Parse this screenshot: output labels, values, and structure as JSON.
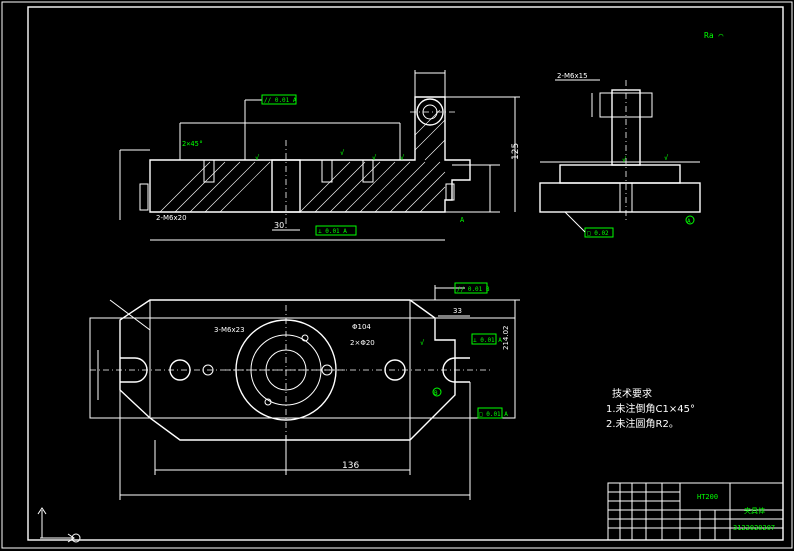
{
  "corner_marks": "Ra  ⌒",
  "front_view": {
    "chamfer_label": "2×45°",
    "thread_label": "2-M6x20",
    "dim_125": "125",
    "dim_30": "30",
    "tol_flatness_top": "// 0.01 A",
    "tol_bottom": "⊥ 0.01 A",
    "datum_a": "A"
  },
  "side_view": {
    "thread_label": "2-M6x15",
    "tol_bottom": "□ 0.02",
    "datum_a": "A"
  },
  "plan_view": {
    "parallel_tol": "// 0.01 B",
    "thread_label": "3-M6x23",
    "dia_label": "Φ104",
    "chamfer_label": "2×Φ20",
    "dim_33": "33",
    "dim_136": "136",
    "dim_right_top": "214.02",
    "tol_sym_1": "⊥ 0.01 A",
    "tol_sym_2": "□ 0.01 A",
    "datum_b": "B"
  },
  "tech_req": {
    "title": "技术要求",
    "line1": "1.未注倒角C1×45°",
    "line2": "2.未注圆角R2。"
  },
  "title_block": {
    "material": "HT200",
    "part_name": "夹具体",
    "drawing_no": "3122020207"
  },
  "colors": {
    "line": "#ffffff",
    "annotation": "#00ff00",
    "background": "#000000"
  }
}
